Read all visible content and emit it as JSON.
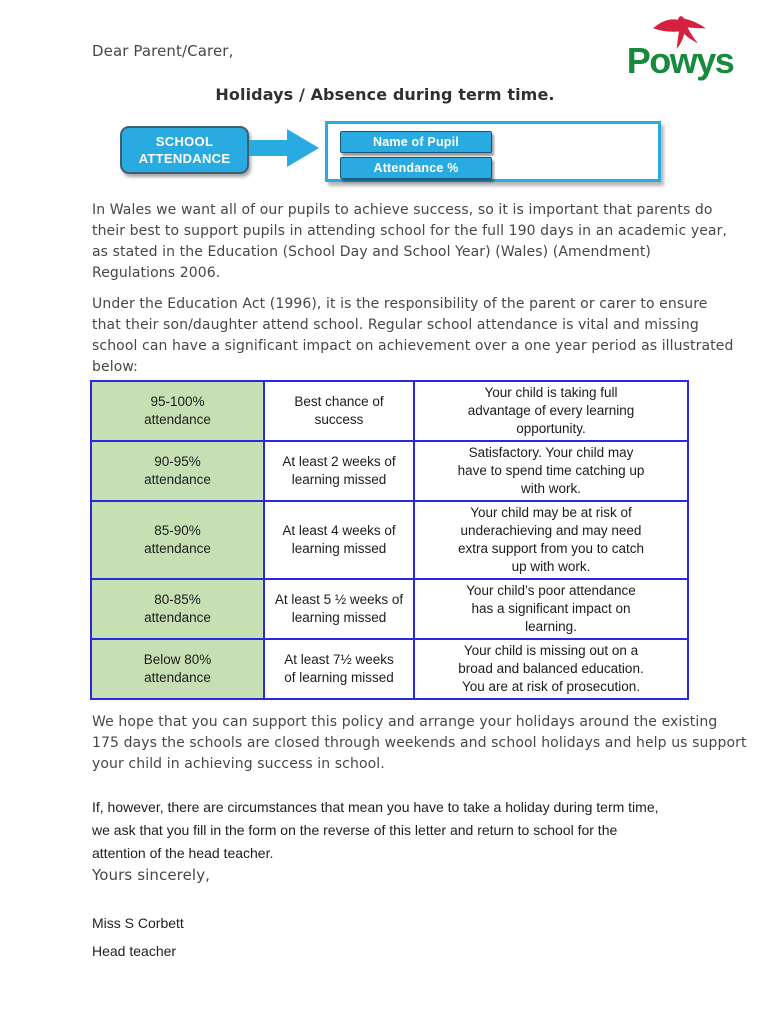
{
  "letter": {
    "salutation": "Dear Parent/Carer,",
    "title": "Holidays / Absence during term time.",
    "logo": {
      "name": "Powys",
      "kite_color": "#d5213e",
      "text_color": "#188a3e"
    },
    "diagram": {
      "attendance_label": "SCHOOL\nATTENDANCE",
      "pupil_field_label": "Name of Pupil",
      "attendance_field_label": "Attendance %"
    },
    "paragraphs": {
      "p1": "In Wales we want all of our pupils to achieve success, so it is important that parents do\ntheir best to support pupils in attending school for the full 190 days in an academic year,\nas stated in the Education (School Day and School Year) (Wales) (Amendment)\nRegulations 2006.",
      "p2": "Under the Education Act (1996), it is the responsibility of the parent or carer to ensure\nthat their son/daughter attend school.  Regular school attendance is vital and missing\nschool can have a significant impact on achievement over a one year period as illustrated\nbelow:",
      "p3": "We hope that you can support this policy and arrange your holidays around the existing\n175 days the schools are closed through weekends and school holidays and help us support\nyour child in achieving success in school.",
      "p4": "If, however, there are circumstances that mean you have to take a holiday during term time,\nwe ask that you fill in the form on the reverse of this letter and return to school for the\nattention of the head teacher."
    },
    "closing": {
      "sign_off": "Yours sincerely,",
      "signature_name": "Miss S Corbett",
      "signature_role": "Head teacher"
    }
  },
  "table": {
    "rows": [
      {
        "range": "95-100%\nattendance",
        "missed": "Best chance of success",
        "impact": "Your child is taking full\nadvantage of every learning\nopportunity."
      },
      {
        "range": "90-95%\nattendance",
        "missed": "At least 2 weeks of\nlearning missed",
        "impact": "Satisfactory. Your child may\nhave to spend time catching up\nwith work."
      },
      {
        "range": "85-90%\nattendance",
        "missed": "At least 4 weeks of\nlearning missed",
        "impact": "Your child may be at risk of\nunderachieving and may need\nextra support from you to catch\nup with work."
      },
      {
        "range": "80-85%\nattendance",
        "missed": "At least 5 ½ weeks of\nlearning missed",
        "impact": "Your child’s poor attendance\nhas a significant impact on\nlearning."
      },
      {
        "range": "Below 80%\nattendance",
        "missed": "At least 7½ weeks\nof learning missed",
        "impact": "Your child is missing out on a\nbroad and balanced education.\nYou are at risk of prosecution."
      }
    ]
  },
  "colors": {
    "cyan": "#29abe2",
    "table_border": "#2929e0",
    "attendance_cell_green": "#c6e0b4",
    "powys_green": "#188a3e",
    "kite_red": "#d5213e"
  }
}
